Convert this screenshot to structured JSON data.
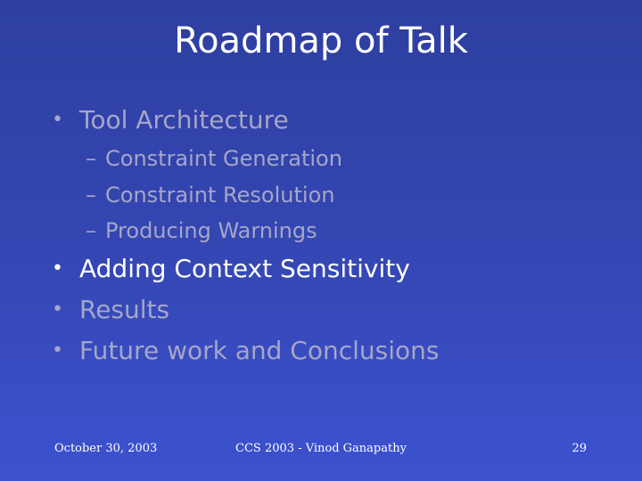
{
  "slide": {
    "title": "Roadmap of Talk",
    "bullets": [
      {
        "text": "Tool Architecture",
        "marker": "•",
        "active": false,
        "sub": [
          {
            "marker": "–",
            "text": "Constraint Generation"
          },
          {
            "marker": "–",
            "text": "Constraint Resolution"
          },
          {
            "marker": "–",
            "text": "Producing Warnings"
          }
        ]
      },
      {
        "text": "Adding Context Sensitivity",
        "marker": "•",
        "active": true
      },
      {
        "text": "Results",
        "marker": "•",
        "active": false
      },
      {
        "text": "Future work and Conclusions",
        "marker": "•",
        "active": false
      }
    ]
  },
  "footer": {
    "date": "October 30, 2003",
    "center": "CCS 2003 - Vinod Ganapathy",
    "page_number": "29"
  },
  "colors": {
    "background_top": "#2e3fa0",
    "background_bottom": "#3c52cf",
    "active_text": "#ffffff",
    "inactive_text": "#a6a6c8"
  }
}
